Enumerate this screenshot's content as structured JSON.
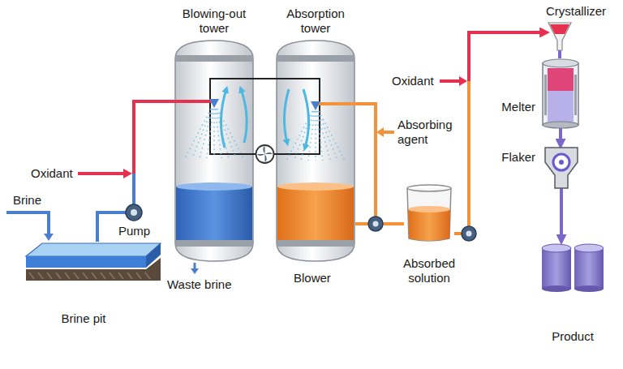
{
  "diagram": {
    "nodes": [
      {
        "text": [
          "Blowing-out tower"
        ]
      },
      {
        "text": [
          "Absorption tower"
        ]
      },
      {
        "text": [
          "Crystallizer"
        ]
      },
      {
        "text": [
          "Melter"
        ]
      },
      {
        "text": [
          "Flaker"
        ]
      },
      {
        "text": [
          "Absorbed solution"
        ]
      },
      {
        "text": [
          "Brine pit"
        ]
      },
      {
        "text": [
          "Product"
        ]
      }
    ],
    "edges": [
      {
        "from": 6,
        "to": 0,
        "arrow": "none"
      },
      {
        "from": 0,
        "to": 1,
        "arrow": "none"
      },
      {
        "from": 1,
        "to": 0,
        "arrow": "none"
      },
      {
        "from": 1,
        "to": 5,
        "arrow": "none"
      },
      {
        "from": 5,
        "to": 2,
        "arrow": "to"
      },
      {
        "from": 2,
        "to": 3,
        "arrow": "none"
      },
      {
        "from": 3,
        "to": 4,
        "arrow": "to"
      },
      {
        "from": 4,
        "to": 7,
        "arrow": "to"
      }
    ],
    "labels": [
      "Oxidant",
      "Absorbing agent",
      "Oxidant",
      "Brine",
      "Pump",
      "Blower",
      "Waste brine"
    ]
  }
}
